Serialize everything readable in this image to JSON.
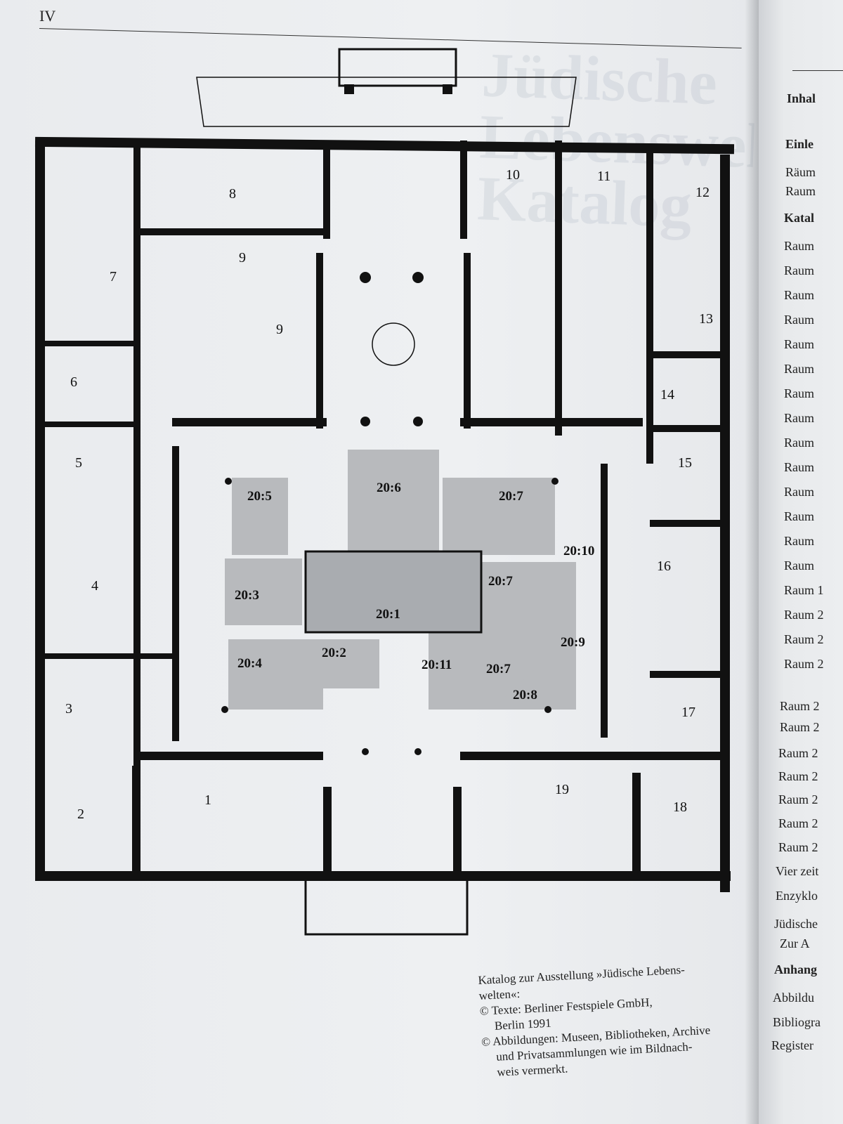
{
  "page": {
    "number": "IV"
  },
  "plan": {
    "rooms": [
      "1",
      "2",
      "3",
      "4",
      "5",
      "6",
      "7",
      "8",
      "9",
      "9",
      "10",
      "11",
      "12",
      "13",
      "14",
      "15",
      "16",
      "17",
      "18",
      "19"
    ],
    "sub_rooms": [
      "20:1",
      "20:2",
      "20:3",
      "20:4",
      "20:5",
      "20:6",
      "20:7",
      "20:7",
      "20:7",
      "20:8",
      "20:9",
      "20:10",
      "20:11"
    ]
  },
  "ghost_title": [
    "Jüdische",
    "Lebenswelten",
    "Katalog"
  ],
  "caption": {
    "line1": "Katalog zur Ausstellung »Jüdische Lebens-",
    "line2": "welten«:",
    "line3": "© Texte: Berliner Festspiele GmbH,",
    "line4": "Berlin 1991",
    "line5": "© Abbildungen: Museen, Bibliotheken, Archive",
    "line6": "und Privatsammlungen wie im Bildnach-",
    "line7": "weis vermerkt."
  },
  "toc": {
    "items": [
      {
        "text": "Inhal",
        "bold": true
      },
      {
        "text": "Einle",
        "bold": true
      },
      {
        "text": "Räum",
        "bold": false
      },
      {
        "text": "Raum",
        "bold": false
      },
      {
        "text": "Katal",
        "bold": true
      },
      {
        "text": "Raum",
        "bold": false
      },
      {
        "text": "Raum",
        "bold": false
      },
      {
        "text": "Raum",
        "bold": false
      },
      {
        "text": "Raum",
        "bold": false
      },
      {
        "text": "Raum",
        "bold": false
      },
      {
        "text": "Raum",
        "bold": false
      },
      {
        "text": "Raum",
        "bold": false
      },
      {
        "text": "Raum",
        "bold": false
      },
      {
        "text": "Raum",
        "bold": false
      },
      {
        "text": "Raum",
        "bold": false
      },
      {
        "text": "Raum",
        "bold": false
      },
      {
        "text": "Raum",
        "bold": false
      },
      {
        "text": "Raum",
        "bold": false
      },
      {
        "text": "Raum",
        "bold": false
      },
      {
        "text": "Raum 1",
        "bold": false
      },
      {
        "text": "Raum 2",
        "bold": false
      },
      {
        "text": "Raum 2",
        "bold": false
      },
      {
        "text": "Raum 2",
        "bold": false
      },
      {
        "text": "Raum 2",
        "bold": false
      },
      {
        "text": "Raum 2",
        "bold": false
      },
      {
        "text": "Raum 2",
        "bold": false
      },
      {
        "text": "Raum 2",
        "bold": false
      },
      {
        "text": "Raum 2",
        "bold": false
      },
      {
        "text": "Raum 2",
        "bold": false
      },
      {
        "text": "Raum 2",
        "bold": false
      },
      {
        "text": "Vier zeit",
        "bold": false
      },
      {
        "text": "Enzyklo",
        "bold": false
      },
      {
        "text": "Jüdische",
        "bold": false
      },
      {
        "text": "Zur A",
        "bold": false
      },
      {
        "text": "Anhang",
        "bold": true
      },
      {
        "text": "Abbildu",
        "bold": false
      },
      {
        "text": "Bibliogra",
        "bold": false
      },
      {
        "text": "Register",
        "bold": false
      }
    ]
  }
}
